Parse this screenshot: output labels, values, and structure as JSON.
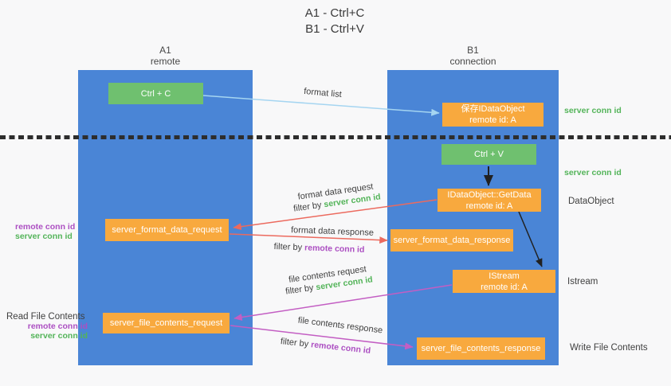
{
  "title": {
    "line1": "A1 - Ctrl+C",
    "line2": "B1 - Ctrl+V"
  },
  "lanes": {
    "left": {
      "name": "A1",
      "subtitle": "remote"
    },
    "right": {
      "name": "B1",
      "subtitle": "connection"
    }
  },
  "nodes": {
    "ctrl_c": "Ctrl + C",
    "ctrl_v": "Ctrl + V",
    "save_idataobject": {
      "line1": "保存IDataObject",
      "line2": "remote id: A"
    },
    "getdata": {
      "line1": "IDataObject::GetData",
      "line2": "remote id: A"
    },
    "istream": {
      "line1": "IStream",
      "line2": "remote id: A"
    },
    "server_format_data_request": "server_format_data_request",
    "server_format_data_response": "server_format_data_response",
    "server_file_contents_request": "server_file_contents_request",
    "server_file_contents_response": "server_file_contents_response"
  },
  "side_labels": {
    "server_conn_id_top": "server conn id",
    "server_conn_id_mid": "server conn id",
    "dataobject": "DataObject",
    "istream": "Istream",
    "write_file_contents": "Write File Contents",
    "read_file_contents": "Read File Contents",
    "remote_conn_id_format": "remote conn id",
    "server_conn_id_format": "server conn id",
    "remote_conn_id_file": "remote conn id",
    "server_conn_id_file": "server conn id"
  },
  "arrows": {
    "format_list": "format list",
    "format_data_request": "format data request",
    "format_data_response": "format data response",
    "file_contents_request": "file contents request",
    "file_contents_response": "file contents response",
    "filter_by": "filter by",
    "server_conn_id": "server conn id",
    "remote_conn_id": "remote conn id"
  },
  "colors": {
    "lane_blue": "#4a85d6",
    "node_green": "#6fc06f",
    "node_orange": "#f8a93e",
    "text_green": "#53b459",
    "text_purple": "#ac4fc2",
    "arrow_red": "#ec6a5e",
    "arrow_magenta": "#c35ec3",
    "arrow_blue": "#a5d5f1",
    "arrow_black": "#212121"
  }
}
